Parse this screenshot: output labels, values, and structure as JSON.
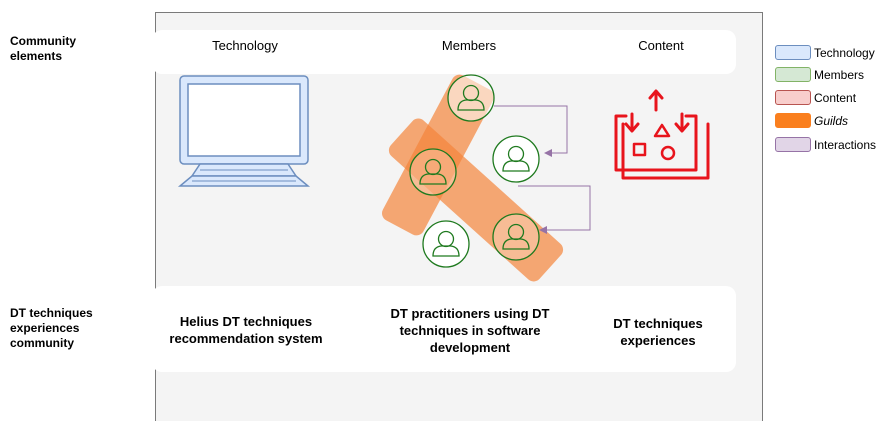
{
  "rows": {
    "community_elements": "Community elements",
    "dt_community": "DT techniques experiences community"
  },
  "columns": {
    "technology": "Technology",
    "members": "Members",
    "content": "Content"
  },
  "bottom": {
    "technology": "Helius DT techniques recommendation system",
    "members": "DT practitioners using DT techniques in software development",
    "content": "DT techniques experiences"
  },
  "legend": [
    {
      "label": "Technology",
      "fill": "#dae8fc",
      "stroke": "#6c8ebf",
      "italic": false
    },
    {
      "label": "Members",
      "fill": "#d5e8d4",
      "stroke": "#82b366",
      "italic": false
    },
    {
      "label": "Content",
      "fill": "#f8cecc",
      "stroke": "#b85450",
      "italic": false
    },
    {
      "label": "Guilds",
      "fill": "#fa7f1e",
      "stroke": "#fa7f1e",
      "italic": true
    },
    {
      "label": "Interactions",
      "fill": "#e1d5e7",
      "stroke": "#9673a6",
      "italic": false
    }
  ],
  "colors": {
    "technology_icon": "#6c8ebf",
    "technology_fill": "#dae8fc",
    "member_icon": "#1f7a1f",
    "content_icon": "#e8141c",
    "guild": "#f4853a",
    "interaction": "#9673a6"
  },
  "icons": {
    "technology": "computer-monitor-icon",
    "members": "person-icon",
    "content": "content-sharing-icon"
  }
}
